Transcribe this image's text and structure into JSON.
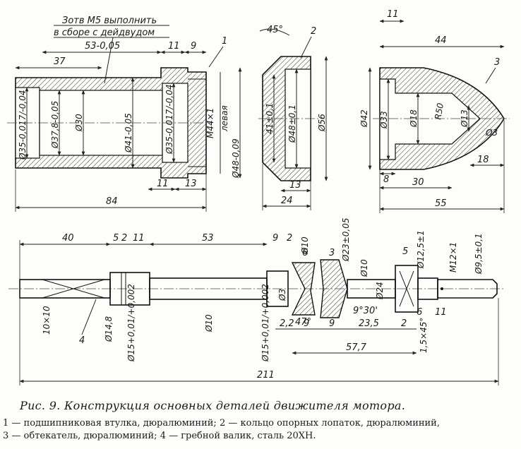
{
  "parts": {
    "bushing": {
      "note_line1": "Зотв М5 выполнить",
      "note_line2": "в сборе с дейдвудом",
      "callout": "1",
      "dims": {
        "top_53": "53-0,05",
        "top_11": "11",
        "top_9": "9",
        "top_37": "37",
        "d35_left": "Ø35-0,017/-0,04",
        "d37_8": "Ø37,8-0,05",
        "d30": "Ø30",
        "d41": "Ø41-0,05",
        "d35_right": "Ø35-0,017/-0,04",
        "thread": "М44×1",
        "thread_note": "левая",
        "d48": "Ø48-0,09",
        "bot_11": "11",
        "bot_13": "13",
        "overall_84": "84"
      }
    },
    "ring": {
      "callout": "2",
      "angle": "45°",
      "dims": {
        "h41": "41±0,1",
        "d48": "Ø48±0,1",
        "d56": "Ø56",
        "w13": "13",
        "w24": "24"
      }
    },
    "fairing": {
      "callout": "3",
      "dims": {
        "top_11": "11",
        "top_44": "44",
        "d42": "Ø42",
        "d33": "Ø33",
        "d18": "Ø18",
        "r50": "R50",
        "d13": "Ø13",
        "d3": "Ø3",
        "len_18": "18",
        "w8": "8",
        "len_30": "30",
        "overall_55": "55"
      }
    },
    "shaft": {
      "callout": "4",
      "dims": {
        "seg_40": "40",
        "seg_5": "5",
        "seg_2a": "2",
        "seg_11a": "11",
        "seg_53": "53",
        "seg_9a": "9",
        "seg_2b": "2",
        "d10_top": "Ø10",
        "d23": "Ø23±0,05",
        "seg_6": "6",
        "seg_3": "3",
        "d10_mid": "Ø10",
        "seg_5b": "5",
        "d12_5": "Ø12,5±1",
        "thread": "М12×1",
        "d9_5": "Ø9,5±0,1",
        "square": "10×10",
        "d14_8": "Ø14,8",
        "d15_left": "Ø15+0,01/+0,002",
        "d10_shaft": "Ø10",
        "d15_right": "Ø15+0,01/+0,002",
        "d3": "Ø3",
        "angle47": "47°",
        "d24": "Ø24",
        "angle9": "9°30'",
        "seg_6b": "6",
        "seg_11b": "11",
        "chamfer": "1,5×45°",
        "b2_2": "2,2",
        "b9a": "9",
        "b9b": "9",
        "b23_5": "23,5",
        "b2": "2",
        "b57_7": "57,7",
        "overall_211": "211"
      }
    }
  },
  "caption": {
    "title": "Рис. 9. Конструкция основных деталей движителя мотора.",
    "line1": "1 — подшипниковая втулка, дюралюминий; 2 — кольцо опорных лопаток, дюралюминий,",
    "line2": "3 — обтекатель, дюралюминий; 4 — гребной валик, сталь 20ХН."
  }
}
